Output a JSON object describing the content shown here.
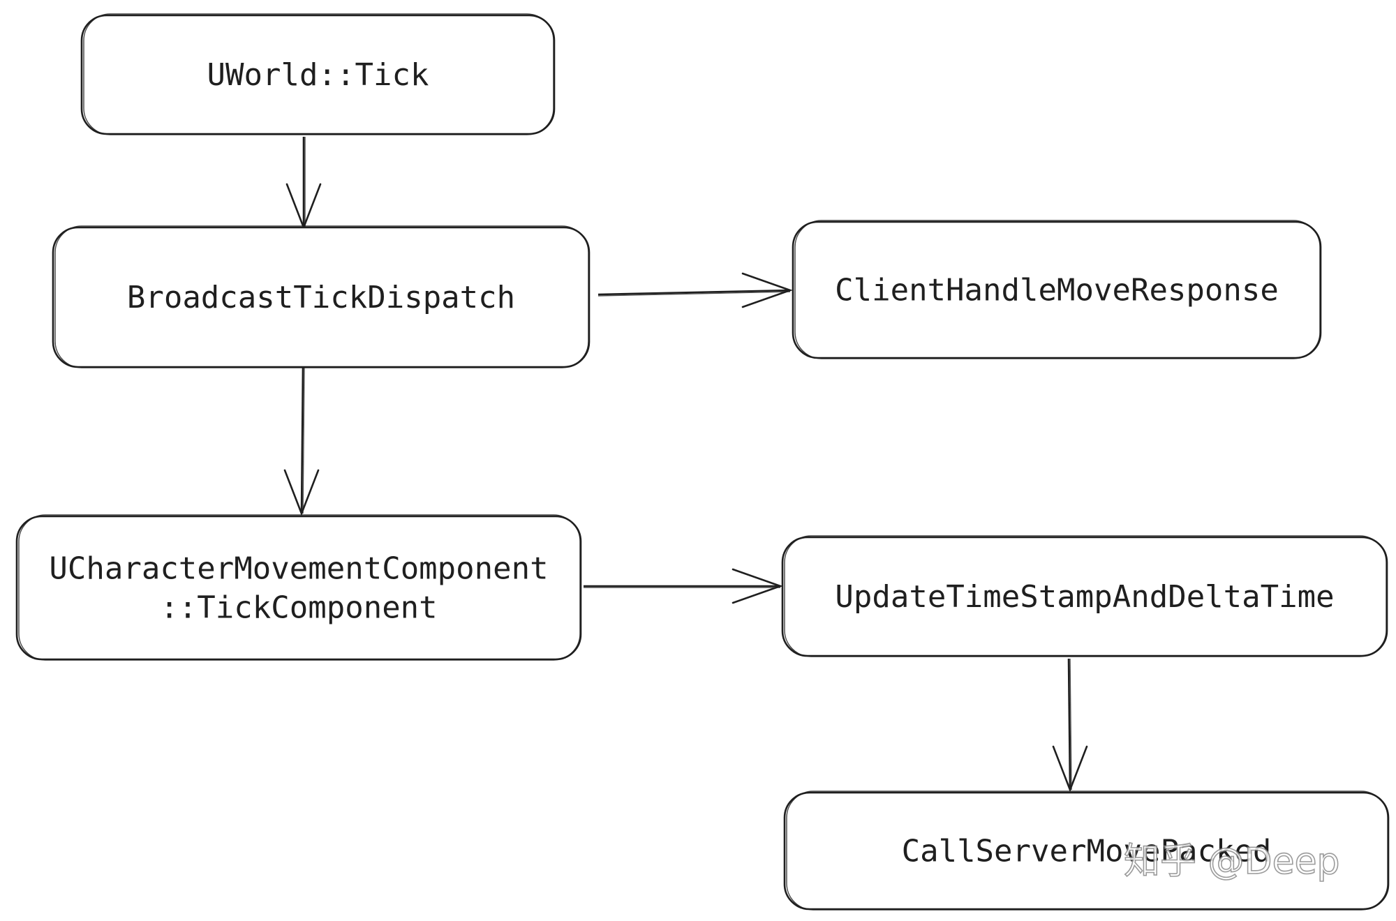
{
  "nodes": [
    {
      "id": "uworld-tick",
      "lines": [
        "UWorld::Tick"
      ]
    },
    {
      "id": "broadcast-tick-dispatch",
      "lines": [
        "BroadcastTickDispatch"
      ]
    },
    {
      "id": "client-handle-move-response",
      "lines": [
        "ClientHandleMoveResponse"
      ]
    },
    {
      "id": "ucharacter-movement-tick",
      "lines": [
        "UCharacterMovementComponent",
        "::TickComponent"
      ]
    },
    {
      "id": "update-timestamp-deltatime",
      "lines": [
        "UpdateTimeStampAndDeltaTime"
      ]
    },
    {
      "id": "call-server-move-packed",
      "lines": [
        "CallServerMovePacked"
      ]
    }
  ],
  "edges": [
    {
      "from": "uworld-tick",
      "to": "broadcast-tick-dispatch"
    },
    {
      "from": "broadcast-tick-dispatch",
      "to": "client-handle-move-response"
    },
    {
      "from": "broadcast-tick-dispatch",
      "to": "ucharacter-movement-tick"
    },
    {
      "from": "ucharacter-movement-tick",
      "to": "update-timestamp-deltatime"
    },
    {
      "from": "update-timestamp-deltatime",
      "to": "call-server-move-packed"
    }
  ],
  "watermark": "知乎 @Deep",
  "colors": {
    "stroke": "#1f1f1f",
    "background": "#ffffff"
  }
}
